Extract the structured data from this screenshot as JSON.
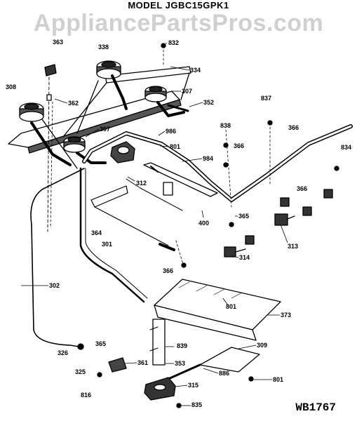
{
  "model_label": "MODEL JGBC15GPK1",
  "watermark": "AppliancePartsPros.com",
  "drawing_code": "WB1767",
  "parts": {
    "p363": "363",
    "p338": "338",
    "p832": "832",
    "p334": "334",
    "p308": "308",
    "p362": "362",
    "p307a": "307",
    "p352": "352",
    "p837": "837",
    "p838": "838",
    "p366a": "366",
    "p986": "986",
    "p307b": "307",
    "p801a": "801",
    "p366b": "366",
    "p834": "834",
    "p984": "984",
    "p312": "312",
    "p366c": "366",
    "p400": "400",
    "p365a": "365",
    "p313": "313",
    "p364": "364",
    "p301": "301",
    "p314": "314",
    "p366d": "366",
    "p302": "302",
    "p801b": "801",
    "p373": "373",
    "p326": "326",
    "p365b": "365",
    "p839": "839",
    "p309": "309",
    "p361": "361",
    "p353": "353",
    "p325": "325",
    "p886": "886",
    "p816": "816",
    "p315": "315",
    "p801c": "801",
    "p835": "835"
  }
}
